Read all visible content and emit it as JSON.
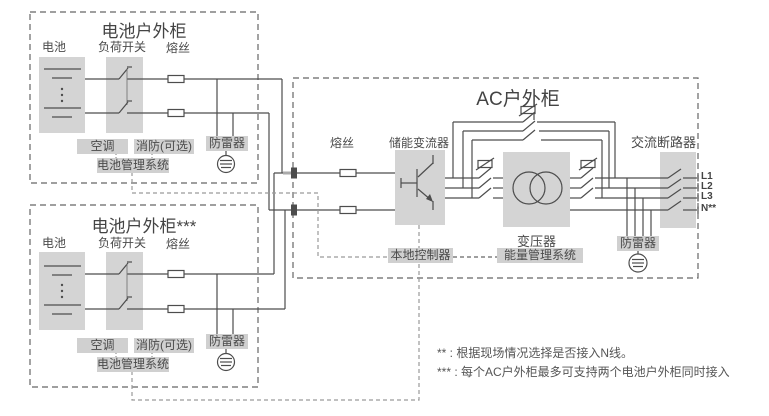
{
  "battery_cabinet_1": {
    "title": "电池户外柜",
    "battery_label": "电池",
    "load_switch_label": "负荷开关",
    "fuse_label": "熔丝",
    "arrester_label": "防雷器",
    "aircon_label": "空调",
    "fire_label": "消防(可选)",
    "bms_label": "电池管理系统"
  },
  "battery_cabinet_2": {
    "title": "电池户外柜***",
    "battery_label": "电池",
    "load_switch_label": "负荷开关",
    "fuse_label": "熔丝",
    "arrester_label": "防雷器",
    "aircon_label": "空调",
    "fire_label": "消防(可选)",
    "bms_label": "电池管理系统"
  },
  "ac_cabinet": {
    "title": "AC户外柜",
    "fuse_label": "熔丝",
    "pcs_label": "储能变流器",
    "transformer_label": "变压器",
    "breaker_label": "交流断路器",
    "arrester_label": "防雷器",
    "local_controller_label": "本地控制器",
    "ems_label": "能量管理系统"
  },
  "output_terminals": [
    "L1",
    "L2",
    "L3",
    "N**"
  ],
  "notes": [
    "** : 根据现场情况选择是否接入N线。",
    "*** : 每个AC户外柜最多可支持两个电池户外柜同时接入"
  ],
  "colors": {
    "wire": "#4d4d4d",
    "component_fill": "#d4d4d4",
    "label_background": "#d0d0d0",
    "text": "#4a4a4a"
  }
}
